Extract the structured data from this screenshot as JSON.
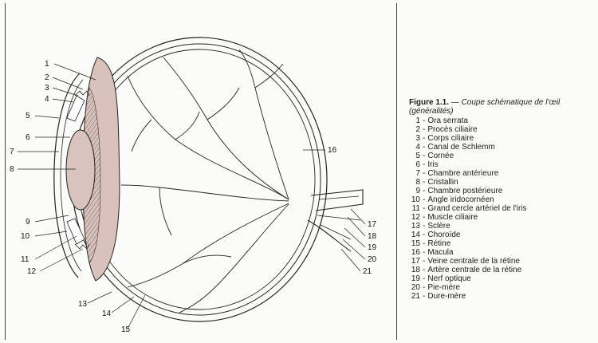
{
  "caption": {
    "label": "Figure 1.1.",
    "title": "— Coupe schématique de l'œil (généralités)"
  },
  "legend": [
    {
      "n": "1",
      "text": "Ora serrata"
    },
    {
      "n": "2",
      "text": "Procès ciliaire"
    },
    {
      "n": "3",
      "text": "Corps ciliaire"
    },
    {
      "n": "4",
      "text": "Canal de Schlemm"
    },
    {
      "n": "5",
      "text": "Cornée"
    },
    {
      "n": "6",
      "text": "Iris"
    },
    {
      "n": "7",
      "text": "Chambre antérieure"
    },
    {
      "n": "8",
      "text": "Cristallin"
    },
    {
      "n": "9",
      "text": "Chambre postérieure"
    },
    {
      "n": "10",
      "text": "Angle iridocornéen"
    },
    {
      "n": "11",
      "text": "Grand cercle artériel de l'iris"
    },
    {
      "n": "12",
      "text": "Muscle ciliaire"
    },
    {
      "n": "13",
      "text": "Sclère"
    },
    {
      "n": "14",
      "text": "Choroïde"
    },
    {
      "n": "15",
      "text": "Rétine"
    },
    {
      "n": "16",
      "text": "Macula"
    },
    {
      "n": "17",
      "text": "Veine centrale de la rétine"
    },
    {
      "n": "18",
      "text": "Artère centrale de la rétine"
    },
    {
      "n": "19",
      "text": "Nerf optique"
    },
    {
      "n": "20",
      "text": "Pie-mère"
    },
    {
      "n": "21",
      "text": "Dure-mère"
    }
  ],
  "labels": [
    "1",
    "2",
    "3",
    "4",
    "5",
    "6",
    "7",
    "8",
    "9",
    "10",
    "11",
    "12",
    "13",
    "14",
    "15",
    "16",
    "17",
    "18",
    "19",
    "20",
    "21"
  ],
  "colors": {
    "ciliary_fill": "#d9c2bc",
    "lens_fill": "#d8c3bd",
    "line": "#222222"
  }
}
